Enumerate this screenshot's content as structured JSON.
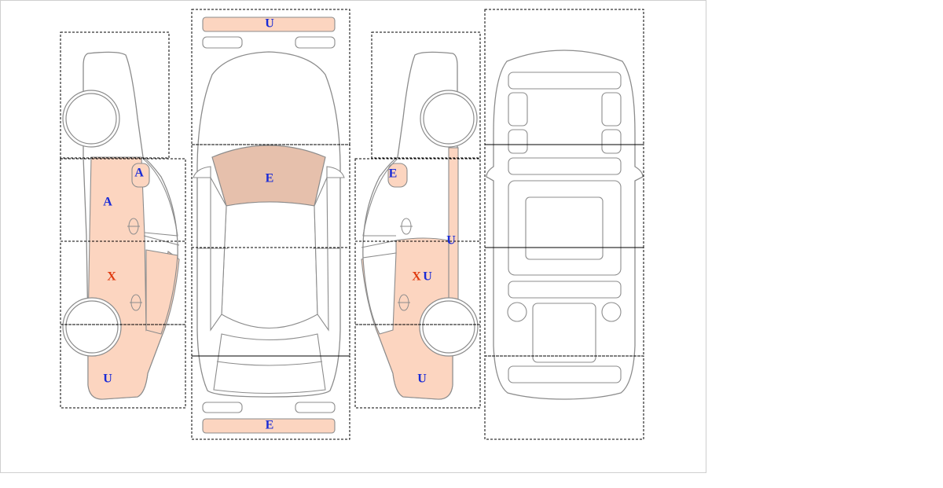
{
  "views": {
    "left_side": "left-side-view",
    "top": "top-view",
    "right_side": "right-side-view",
    "underside": "underside-view"
  },
  "colors": {
    "damage_fill": "#fcd5c0",
    "damage_fill_dark": "#e6c0ac",
    "outline": "#8c8c8c",
    "code_blue": "#1a2bd6",
    "code_red": "#e03b10"
  },
  "codes": {
    "left_fender_small": "A",
    "left_front_door": "A",
    "left_rear_door": "X",
    "left_rear_quarter": "U",
    "front_bumper": "U",
    "hood": "E",
    "rear_bumper": "E",
    "right_fender_small": "E",
    "right_pillar": "U",
    "right_rear_door_x": "X",
    "right_rear_door_u": "U",
    "right_rear_quarter": "U"
  }
}
